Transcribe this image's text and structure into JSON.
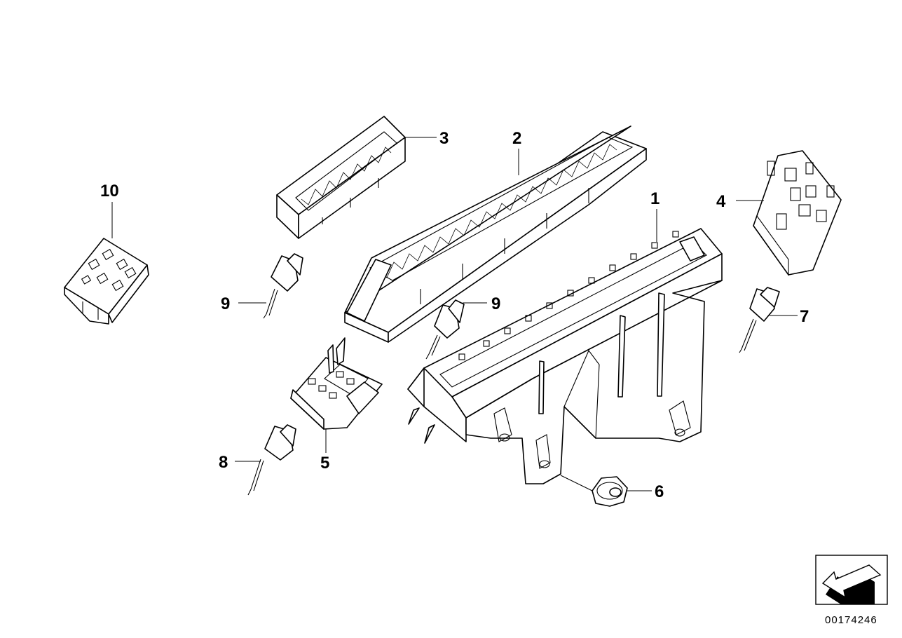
{
  "diagram_id": "00174246",
  "parts": [
    {
      "label": "1",
      "description": "bracket"
    },
    {
      "label": "2",
      "description": "long connector housing"
    },
    {
      "label": "3",
      "description": "short connector housing"
    },
    {
      "label": "4",
      "description": "relay socket"
    },
    {
      "label": "5",
      "description": "relay socket"
    },
    {
      "label": "6",
      "description": "hex nut"
    },
    {
      "label": "7",
      "description": "plug with cable"
    },
    {
      "label": "8",
      "description": "plug with cable"
    },
    {
      "label": "9",
      "description": "plug with cable"
    },
    {
      "label": "9",
      "description": "plug with cable"
    },
    {
      "label": "10",
      "description": "relay socket"
    }
  ],
  "colors": {
    "line": "#000000",
    "background": "#ffffff"
  },
  "icons": {
    "orientation": "arrow-icon"
  }
}
